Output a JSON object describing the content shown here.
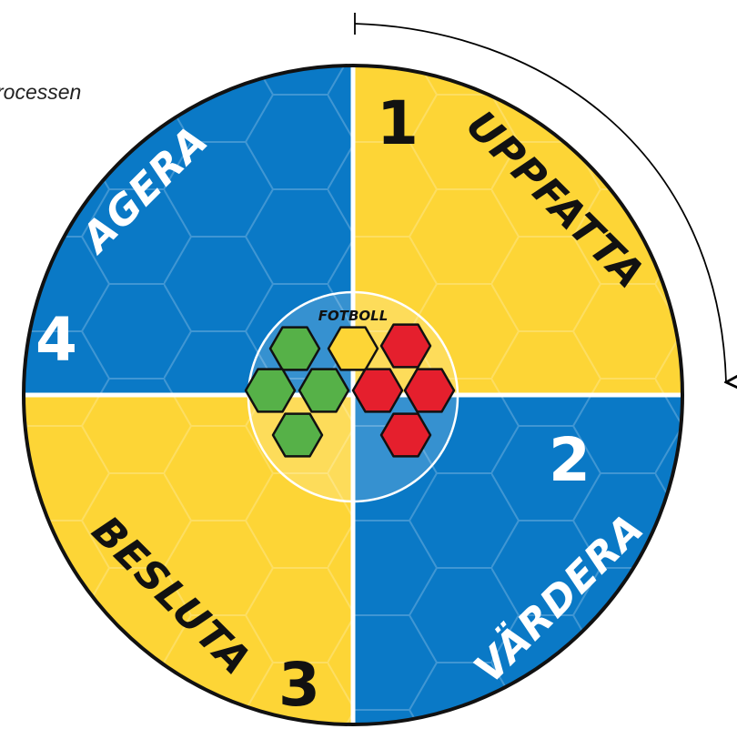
{
  "caption": "rocessen",
  "brand_label": "FOTBOLL",
  "quadrants": [
    {
      "id": "uppfatta",
      "number": "1",
      "label": "UPPFATTA",
      "fill": "#FDD536",
      "text_color": "#111111"
    },
    {
      "id": "vardera",
      "number": "2",
      "label": "VÄRDERA",
      "fill": "#0A79C6",
      "text_color": "#FFFFFF"
    },
    {
      "id": "besluta",
      "number": "3",
      "label": "BESLUTA",
      "fill": "#FDD536",
      "text_color": "#111111"
    },
    {
      "id": "agera",
      "number": "4",
      "label": "AGERA",
      "fill": "#0A79C6",
      "text_color": "#FFFFFF"
    }
  ],
  "hex_colors": {
    "green": "#56B148",
    "yellow": "#FDD536",
    "red": "#E51F2D"
  },
  "arrow": {
    "direction": "clockwise"
  }
}
